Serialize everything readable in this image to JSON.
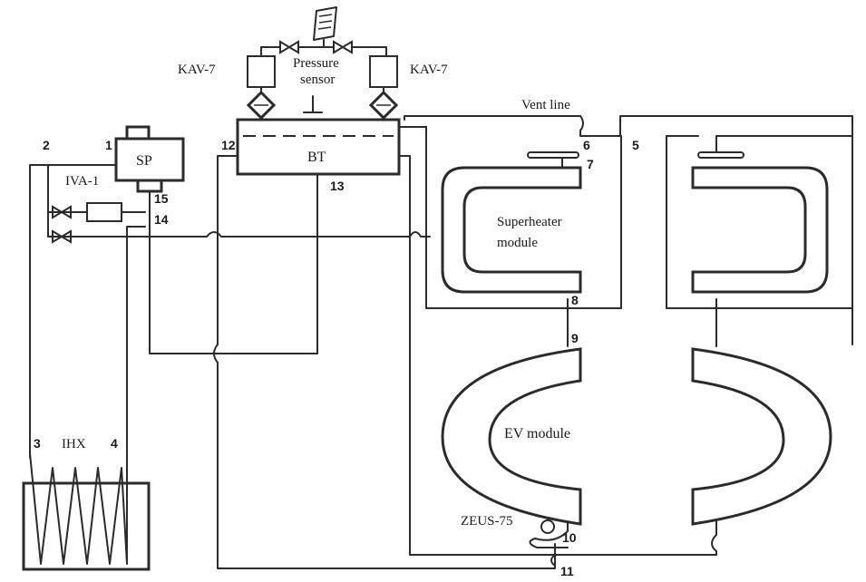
{
  "colors": {
    "line": "#2b2b2b",
    "background": "#ffffff"
  },
  "labels": {
    "kav_left": "KAV-7",
    "kav_right": "KAV-7",
    "pressure_sensor_line1": "Pressure",
    "pressure_sensor_line2": "sensor",
    "vent_line": "Vent line",
    "bt": "BT",
    "sp": "SP",
    "iva": "IVA-1",
    "ihx": "IHX",
    "superheater_line1": "Superheater",
    "superheater_line2": "module",
    "ev_module": "EV module",
    "zeus": "ZEUS-75"
  },
  "points": {
    "p1": "1",
    "p2": "2",
    "p3": "3",
    "p4": "4",
    "p5": "5",
    "p6": "6",
    "p7": "7",
    "p8": "8",
    "p9": "9",
    "p10": "10",
    "p11": "11",
    "p12": "12",
    "p13": "13",
    "p14": "14",
    "p15": "15"
  }
}
